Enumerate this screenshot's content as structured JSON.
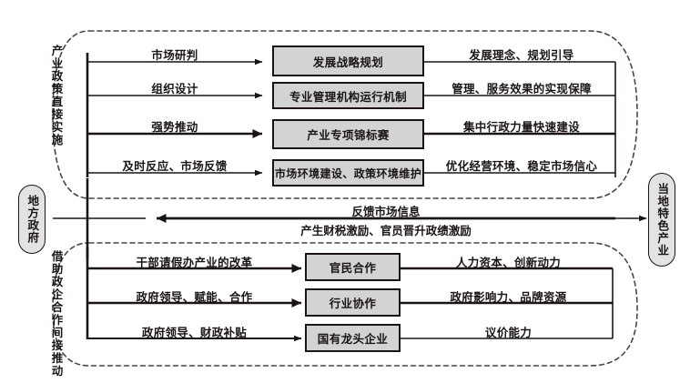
{
  "diagram": {
    "title_hidden": "",
    "actors": {
      "left": {
        "name": "地方政府",
        "shape": "stadium"
      },
      "right": {
        "name": "当地特色产业",
        "shape": "stadium"
      }
    },
    "groups": [
      {
        "id": "direct",
        "vertical_label": "产业政策直接实施"
      },
      {
        "id": "indirect",
        "vertical_label": "借助政企合作间接推动"
      }
    ],
    "top_section": {
      "rows": [
        {
          "left_label": "市场研判",
          "node": "发展战略规划",
          "right_label": "发展理念、规划引导",
          "emphasis": false
        },
        {
          "left_label": "组织设计",
          "node": "专业管理机构运行机制",
          "right_label": "管理、服务效果的实现保障",
          "emphasis": false
        },
        {
          "left_label": "强势推动",
          "node": "产业专项锦标赛",
          "right_label": "集中行政力量快速建设",
          "emphasis": true
        },
        {
          "left_label": "及时反应、市场反馈",
          "node": "市场环境建设、政策环境维护",
          "right_label": "优化经营环境、稳定市场信心",
          "emphasis": false
        }
      ]
    },
    "feedback": {
      "above_label": "反馈市场信息",
      "below_label": "产生财税激励、官员晋升政绩激励",
      "direction": "right-to-left"
    },
    "bottom_section": {
      "rows": [
        {
          "left_label": "干部请假办产业的改革",
          "node": "官民合作",
          "right_label": "人力资本、创新动力",
          "emphasis": true
        },
        {
          "left_label": "政府领导、赋能、合作",
          "node": "行业协作",
          "right_label": "政府影响力、品牌资源",
          "emphasis": true
        },
        {
          "left_label": "政府领导、财政补贴",
          "node": "国有龙头企业",
          "right_label": "议价能力",
          "emphasis": false
        }
      ]
    },
    "colors": {
      "node_fill": "#d3d3d3",
      "stroke": "#1a1415",
      "stadium_fill": "#e3e3e3",
      "background": "#ffffff"
    }
  }
}
